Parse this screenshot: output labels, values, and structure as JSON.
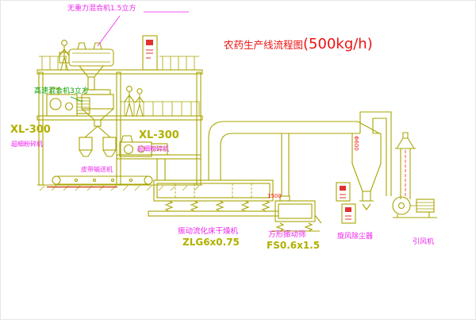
{
  "title": {
    "name": "农药生产线流程图",
    "capacity": "(500kg/h)"
  },
  "equipment": {
    "gravity_mixer": {
      "label": "无重力混合机1.5立方"
    },
    "high_speed_mixer": {
      "label": "高速混合机3立方"
    },
    "mill_left": {
      "model": "XL-300",
      "name": "超细粉碎机"
    },
    "mill_mid": {
      "model": "XL-300",
      "name": "超细粉碎机"
    },
    "belt_conveyor": {
      "name": "皮带输送机"
    },
    "dryer": {
      "name": "振动流化床干燥机",
      "model": "ZLG6x0.75"
    },
    "sieve": {
      "name": "方形振动筛",
      "model": "FS0.6x1.5",
      "dimension": "1500"
    },
    "cyclone": {
      "name": "旋风除尘器",
      "dimension": "Φ600"
    },
    "fan": {
      "name": "引风机"
    }
  },
  "colors": {
    "line": "#a8a400",
    "label_magenta": "#ee22ee",
    "label_olive": "#b0b000",
    "label_green": "#00a000",
    "title_red": "#ee1111",
    "control_red": "#e03030"
  }
}
